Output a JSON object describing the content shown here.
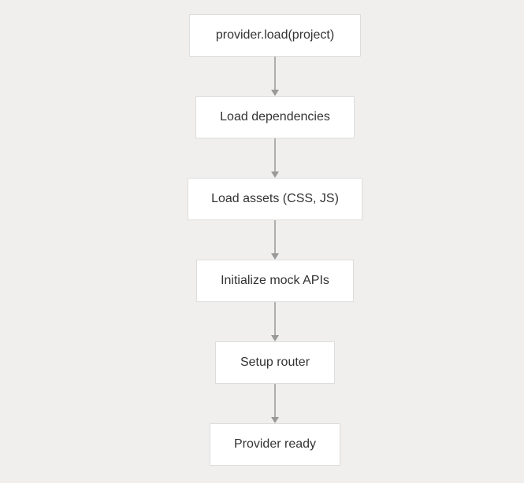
{
  "diagram": {
    "type": "flowchart",
    "direction": "top-to-bottom",
    "colors": {
      "background": "#f0efee",
      "node_fill": "#ffffff",
      "node_border": "#dddddd",
      "connector": "#999999",
      "text": "#333333"
    },
    "nodes": [
      {
        "id": "provider-load",
        "label": "provider.load(project)"
      },
      {
        "id": "load-dependencies",
        "label": "Load dependencies"
      },
      {
        "id": "load-assets",
        "label": "Load assets (CSS, JS)"
      },
      {
        "id": "init-mock-apis",
        "label": "Initialize mock APIs"
      },
      {
        "id": "setup-router",
        "label": "Setup router"
      },
      {
        "id": "provider-ready",
        "label": "Provider ready"
      }
    ],
    "edges": [
      {
        "from": "provider-load",
        "to": "load-dependencies"
      },
      {
        "from": "load-dependencies",
        "to": "load-assets"
      },
      {
        "from": "load-assets",
        "to": "init-mock-apis"
      },
      {
        "from": "init-mock-apis",
        "to": "setup-router"
      },
      {
        "from": "setup-router",
        "to": "provider-ready"
      }
    ]
  }
}
